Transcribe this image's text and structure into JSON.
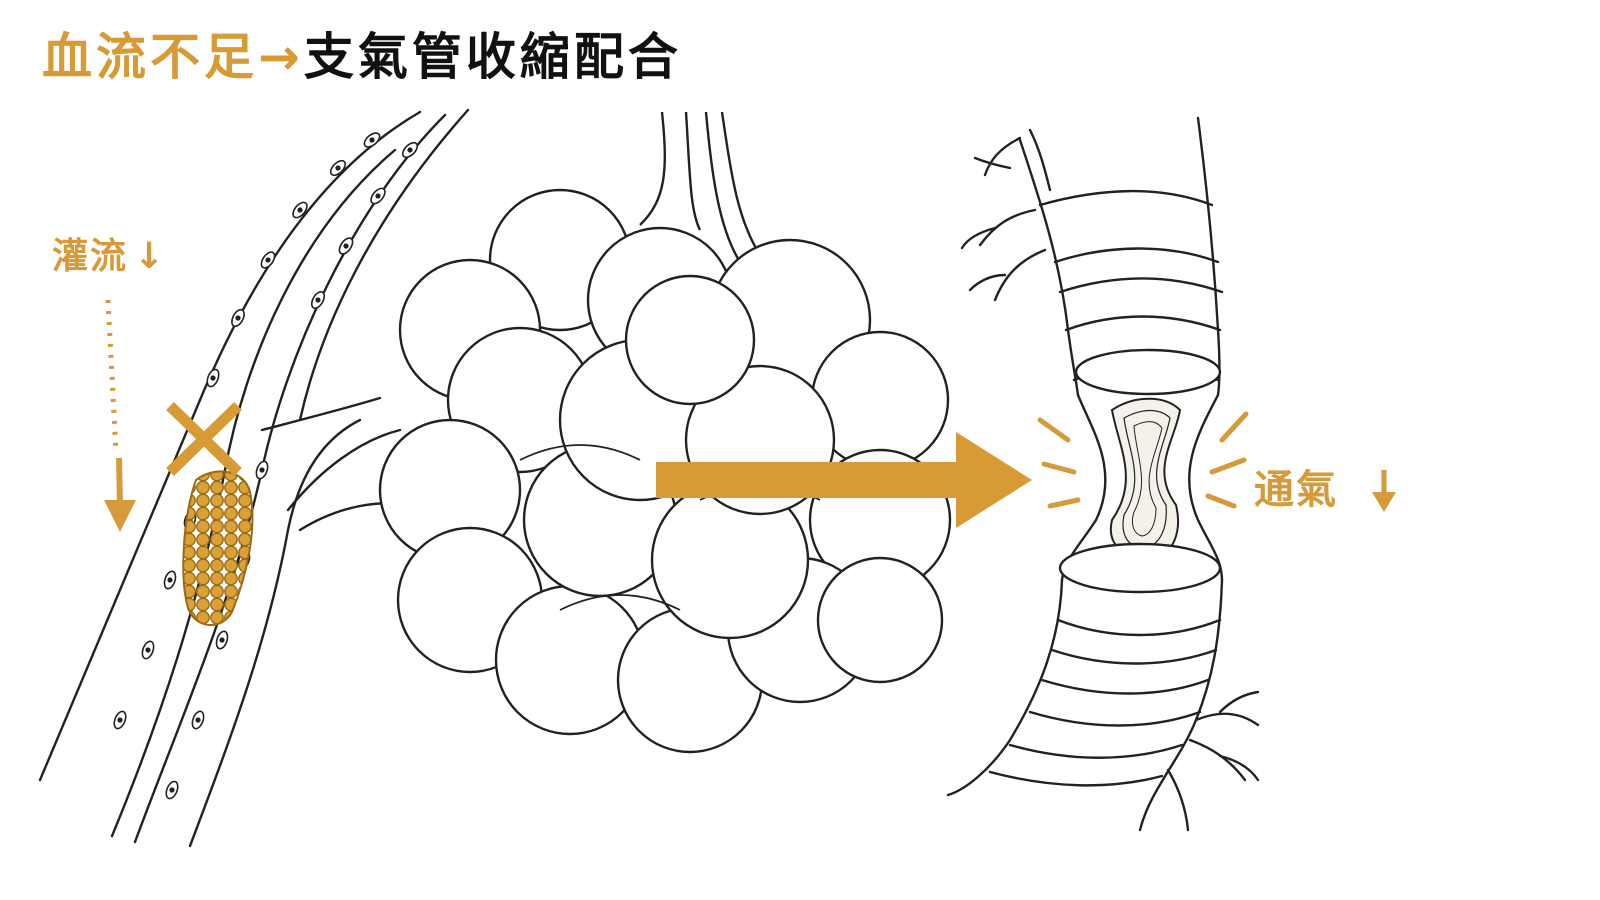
{
  "title": {
    "part1": "血流不足",
    "arrow": "→",
    "part2": "支氣管收縮配合"
  },
  "labels": {
    "perfusion": "灌流",
    "ventilation": "通氣",
    "down_arrow": "↓"
  },
  "colors": {
    "accent": "#d79a35",
    "ink": "#222222",
    "title_dark": "#111111",
    "background": "#ffffff"
  },
  "icons": {
    "block": "cross-mark-icon",
    "flow": "big-right-arrow-icon"
  }
}
